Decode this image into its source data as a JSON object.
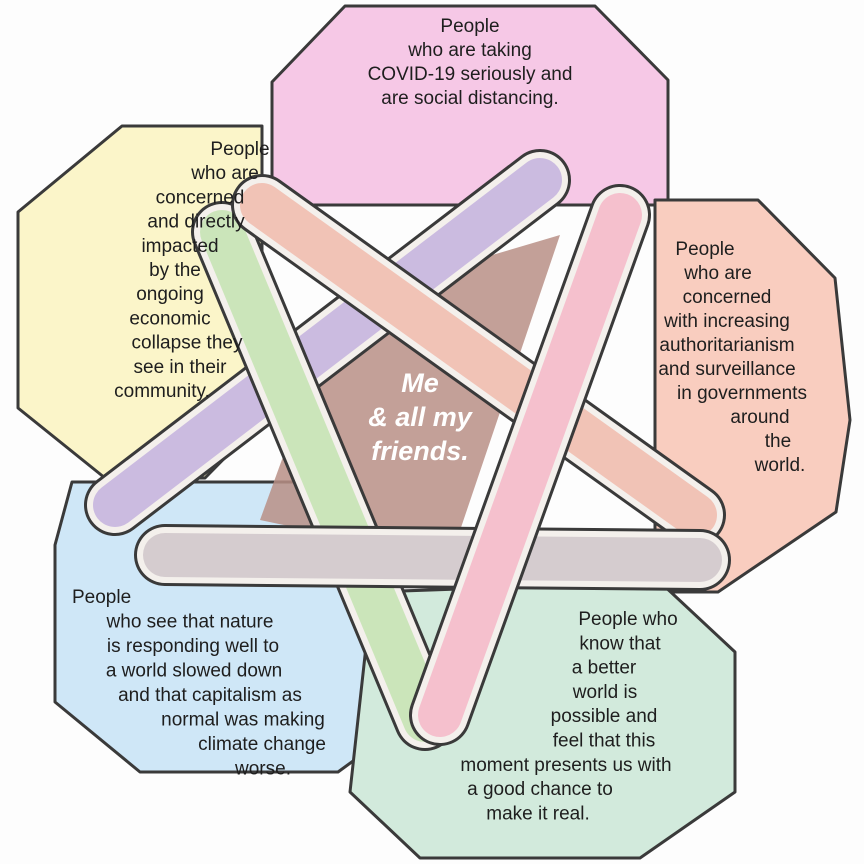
{
  "title_center": [
    "Me",
    "& all my",
    "friends."
  ],
  "regions": [
    {
      "id": "covid",
      "color": "#f6c8e6",
      "lines": [
        "People",
        "who are taking",
        "COVID-19 seriously and",
        "are social distancing."
      ]
    },
    {
      "id": "economic",
      "color": "#fbf5c9",
      "lines": [
        "People",
        "who are",
        "concerned",
        "and directly",
        "impacted",
        "by the",
        "ongoing",
        "economic",
        "collapse they",
        "see in their",
        "community."
      ]
    },
    {
      "id": "authoritarianism",
      "color": "#f9cdbf",
      "lines": [
        "People",
        "who are",
        "concerned",
        "with increasing",
        "authoritarianism",
        "and surveillance",
        "in governments",
        "around",
        "the",
        "world."
      ]
    },
    {
      "id": "nature",
      "color": "#cfe7f7",
      "lines": [
        "People",
        "who see that nature",
        "is responding well to",
        "a world slowed down",
        "and that capitalism as",
        "normal was making",
        "climate change",
        "worse."
      ]
    },
    {
      "id": "better-world",
      "color": "#d2eadc",
      "lines": [
        "People who",
        "know that",
        "a better",
        "world is",
        "possible and",
        "feel that this",
        "moment presents us with",
        "a good chance to",
        "make it real."
      ]
    }
  ],
  "colors": {
    "outline": "#3a3a3a",
    "band": "#f4f0ec",
    "center": "#b88f86"
  }
}
